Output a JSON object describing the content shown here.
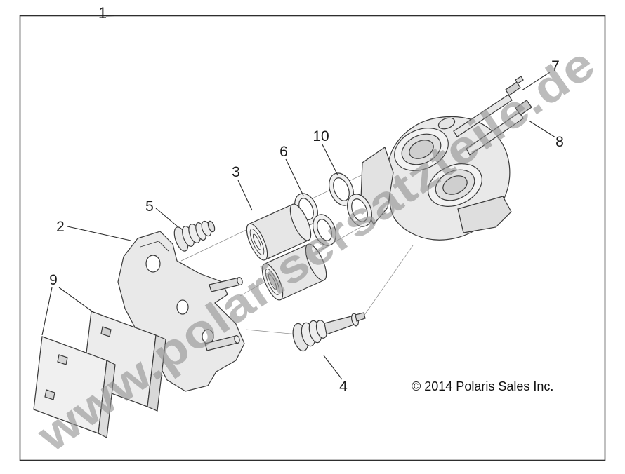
{
  "figure": {
    "watermark": "www.polarisersatzteile.de",
    "watermark_color": "#8f8f8f",
    "copyright": "© 2014 Polaris Sales Inc.",
    "callouts": [
      "1",
      "2",
      "3",
      "4",
      "5",
      "6",
      "7",
      "8",
      "9",
      "10"
    ]
  }
}
